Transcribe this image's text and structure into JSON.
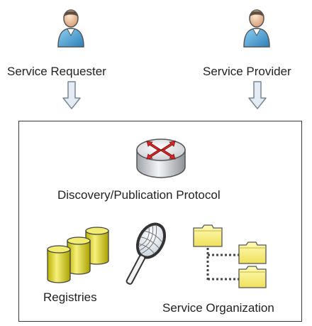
{
  "actors": {
    "requester": {
      "label": "Service Requester",
      "icon": "user-icon"
    },
    "provider": {
      "label": "Service Provider",
      "icon": "user-icon"
    }
  },
  "container": {
    "protocol": {
      "label": "Discovery/Publication Protocol",
      "icon": "router-icon"
    },
    "registries": {
      "label": "Registries",
      "icon": "database-icon"
    },
    "search": {
      "icon": "magnifier-icon"
    },
    "organization": {
      "label": "Service Organization",
      "icon": "folder-tree-icon"
    }
  },
  "colors": {
    "user_body": "#4aa3d8",
    "user_head": "#f2c9a2",
    "router_arrows": "#d92626",
    "cylinder": "#e0d818",
    "folder": "#f4e86a",
    "arrow_fill": "#e4ebf3",
    "arrow_stroke": "#7a8797"
  }
}
